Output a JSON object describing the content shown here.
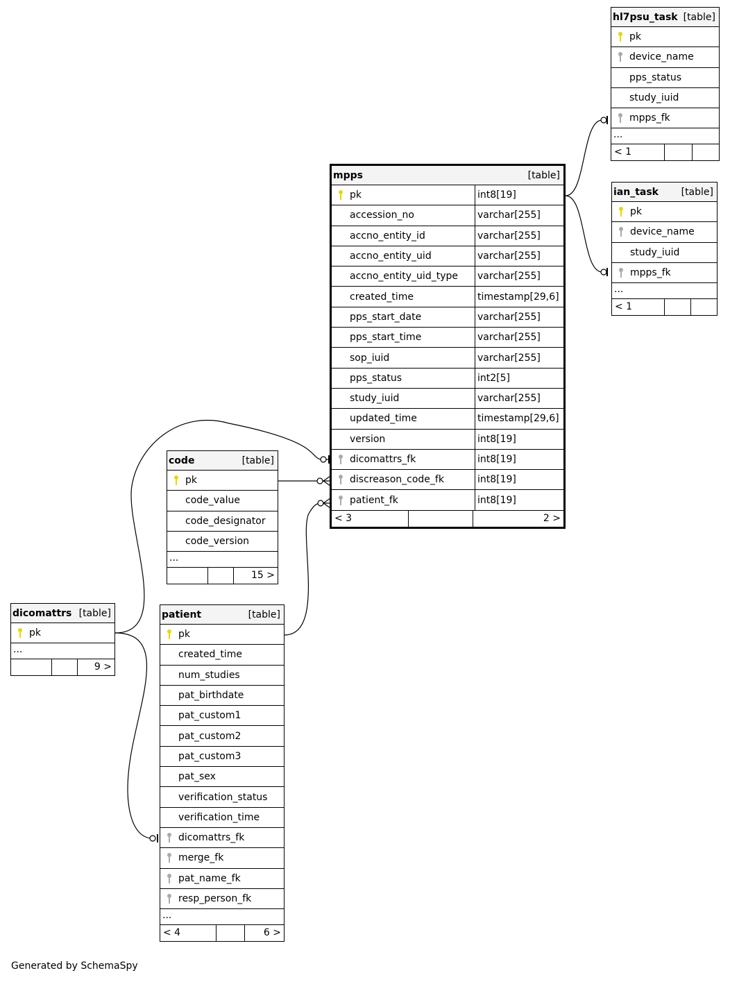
{
  "footer_text": "Generated by SchemaSpy",
  "colors": {
    "primary_key": "#e8d800",
    "foreign_key": "#aaaaaa",
    "header_bg": "#f4f4f4"
  },
  "tables": {
    "hl7psu_task": {
      "name": "hl7psu_task",
      "kind": "[table]",
      "columns": [
        "pk",
        "device_name",
        "pps_status",
        "study_iuid",
        "mpps_fk"
      ],
      "keys": [
        "primary",
        "foreign",
        "none",
        "none",
        "foreign"
      ],
      "ellipsis": "...",
      "footer": [
        "< 1",
        "",
        ""
      ]
    },
    "ian_task": {
      "name": "ian_task",
      "kind": "[table]",
      "columns": [
        "pk",
        "device_name",
        "study_iuid",
        "mpps_fk"
      ],
      "keys": [
        "primary",
        "foreign",
        "none",
        "foreign"
      ],
      "ellipsis": "...",
      "footer": [
        "< 1",
        "",
        ""
      ]
    },
    "mpps": {
      "name": "mpps",
      "kind": "[table]",
      "columns": [
        "pk",
        "accession_no",
        "accno_entity_id",
        "accno_entity_uid",
        "accno_entity_uid_type",
        "created_time",
        "pps_start_date",
        "pps_start_time",
        "sop_iuid",
        "pps_status",
        "study_iuid",
        "updated_time",
        "version",
        "dicomattrs_fk",
        "discreason_code_fk",
        "patient_fk"
      ],
      "types": [
        "int8[19]",
        "varchar[255]",
        "varchar[255]",
        "varchar[255]",
        "varchar[255]",
        "timestamp[29,6]",
        "varchar[255]",
        "varchar[255]",
        "varchar[255]",
        "int2[5]",
        "varchar[255]",
        "timestamp[29,6]",
        "int8[19]",
        "int8[19]",
        "int8[19]",
        "int8[19]"
      ],
      "keys": [
        "primary",
        "none",
        "none",
        "none",
        "none",
        "none",
        "none",
        "none",
        "none",
        "none",
        "none",
        "none",
        "none",
        "foreign",
        "foreign",
        "foreign"
      ],
      "footer": [
        "< 3",
        "",
        "2 >"
      ]
    },
    "code": {
      "name": "code",
      "kind": "[table]",
      "columns": [
        "pk",
        "code_value",
        "code_designator",
        "code_version"
      ],
      "keys": [
        "primary",
        "none",
        "none",
        "none"
      ],
      "ellipsis": "...",
      "footer": [
        "",
        "",
        "15 >"
      ]
    },
    "dicomattrs": {
      "name": "dicomattrs",
      "kind": "[table]",
      "columns": [
        "pk"
      ],
      "keys": [
        "primary"
      ],
      "ellipsis": "...",
      "footer": [
        "",
        "",
        "9 >"
      ]
    },
    "patient": {
      "name": "patient",
      "kind": "[table]",
      "columns": [
        "pk",
        "created_time",
        "num_studies",
        "pat_birthdate",
        "pat_custom1",
        "pat_custom2",
        "pat_custom3",
        "pat_sex",
        "verification_status",
        "verification_time",
        "dicomattrs_fk",
        "merge_fk",
        "pat_name_fk",
        "resp_person_fk"
      ],
      "keys": [
        "primary",
        "none",
        "none",
        "none",
        "none",
        "none",
        "none",
        "none",
        "none",
        "none",
        "foreign",
        "foreign",
        "foreign",
        "foreign"
      ],
      "ellipsis": "...",
      "footer": [
        "< 4",
        "",
        "6 >"
      ]
    }
  }
}
